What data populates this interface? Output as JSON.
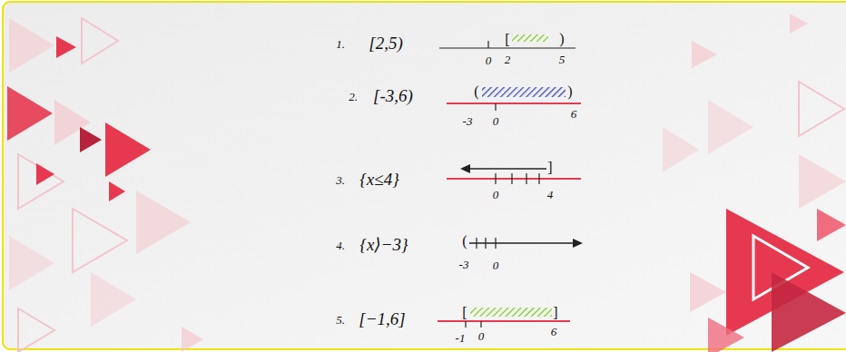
{
  "diagram": {
    "labels": [
      "1.",
      "[2,5)",
      "[",
      ")",
      "0",
      "2",
      "5",
      "2.",
      "[-3,6)",
      "(",
      ")",
      "-3",
      "0",
      "6",
      "3.",
      "{x≤4}",
      "]",
      "0",
      "4",
      "4.",
      "{x⟩−3}",
      "(",
      "-3",
      "0",
      "5.",
      "[−1,6]",
      "[",
      "]",
      "-1",
      "0",
      "6"
    ]
  }
}
